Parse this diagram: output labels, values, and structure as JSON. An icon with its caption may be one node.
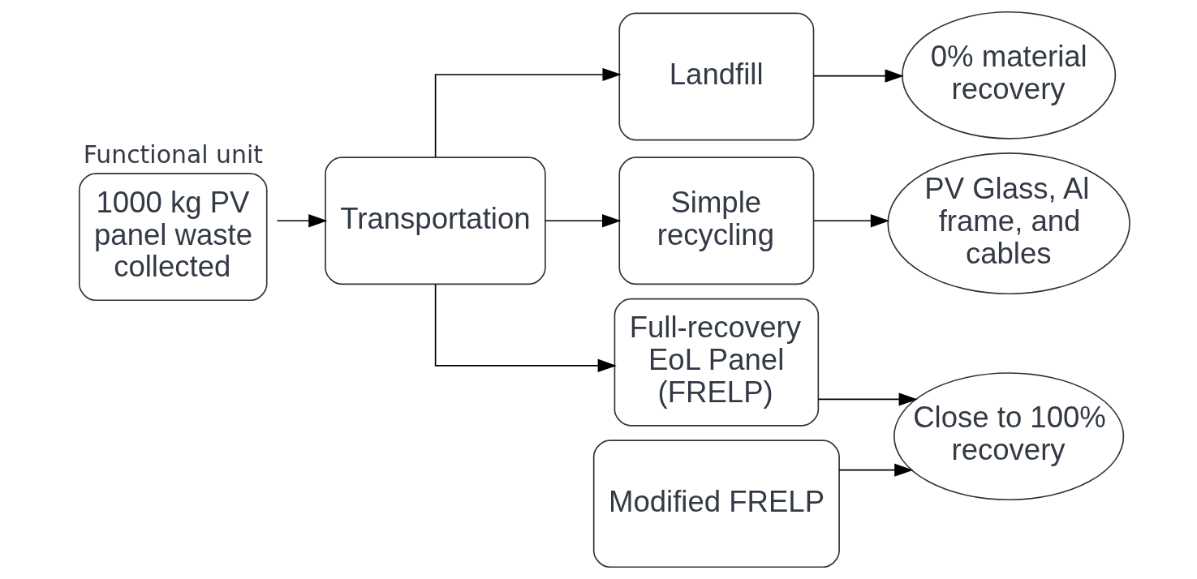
{
  "diagram": {
    "nodes": [
      {
        "text": [
          "Functional unit",
          "1000 kg PV panel waste collected"
        ]
      },
      {
        "text": [
          "Transportation"
        ]
      },
      {
        "text": [
          "Landfill"
        ]
      },
      {
        "text": [
          "Simple recycling"
        ]
      },
      {
        "text": [
          "Full-recovery EoL Panel (FRELP)"
        ]
      },
      {
        "text": [
          "Modified FRELP"
        ]
      },
      {
        "text": [
          "0% material recovery"
        ]
      },
      {
        "text": [
          "PV Glass, Al frame, and cables"
        ]
      },
      {
        "text": [
          "Close to 100% recovery"
        ]
      }
    ],
    "edges": [
      {
        "from": 0,
        "to": 1,
        "arrow": "to"
      },
      {
        "from": 1,
        "to": 2,
        "arrow": "to"
      },
      {
        "from": 1,
        "to": 3,
        "arrow": "to"
      },
      {
        "from": 1,
        "to": 4,
        "arrow": "to"
      },
      {
        "from": 2,
        "to": 6,
        "arrow": "to"
      },
      {
        "from": 3,
        "to": 7,
        "arrow": "to"
      },
      {
        "from": 4,
        "to": 8,
        "arrow": "to"
      },
      {
        "from": 5,
        "to": 8,
        "arrow": "to"
      }
    ]
  }
}
